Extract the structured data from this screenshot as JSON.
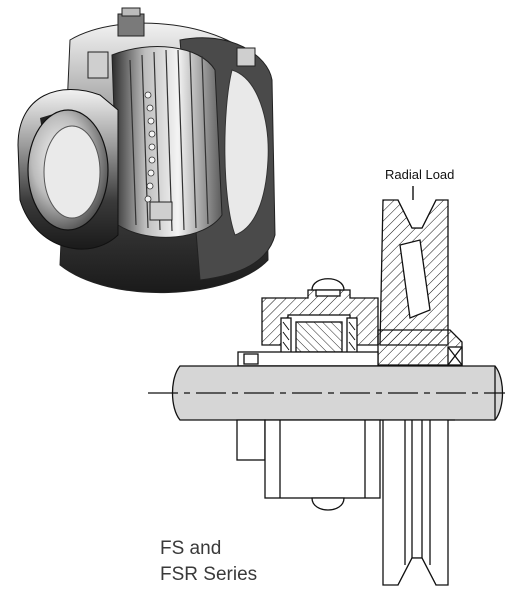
{
  "figure": {
    "load_label": "Radial Load",
    "caption_line1": "FS and",
    "caption_line2": "FSR Series"
  },
  "colors": {
    "background": "#ffffff",
    "line": "#111111",
    "shaft": "#d3d3d3",
    "steel_dark": "#3b3b3b",
    "steel_light": "#c9c9c9"
  }
}
